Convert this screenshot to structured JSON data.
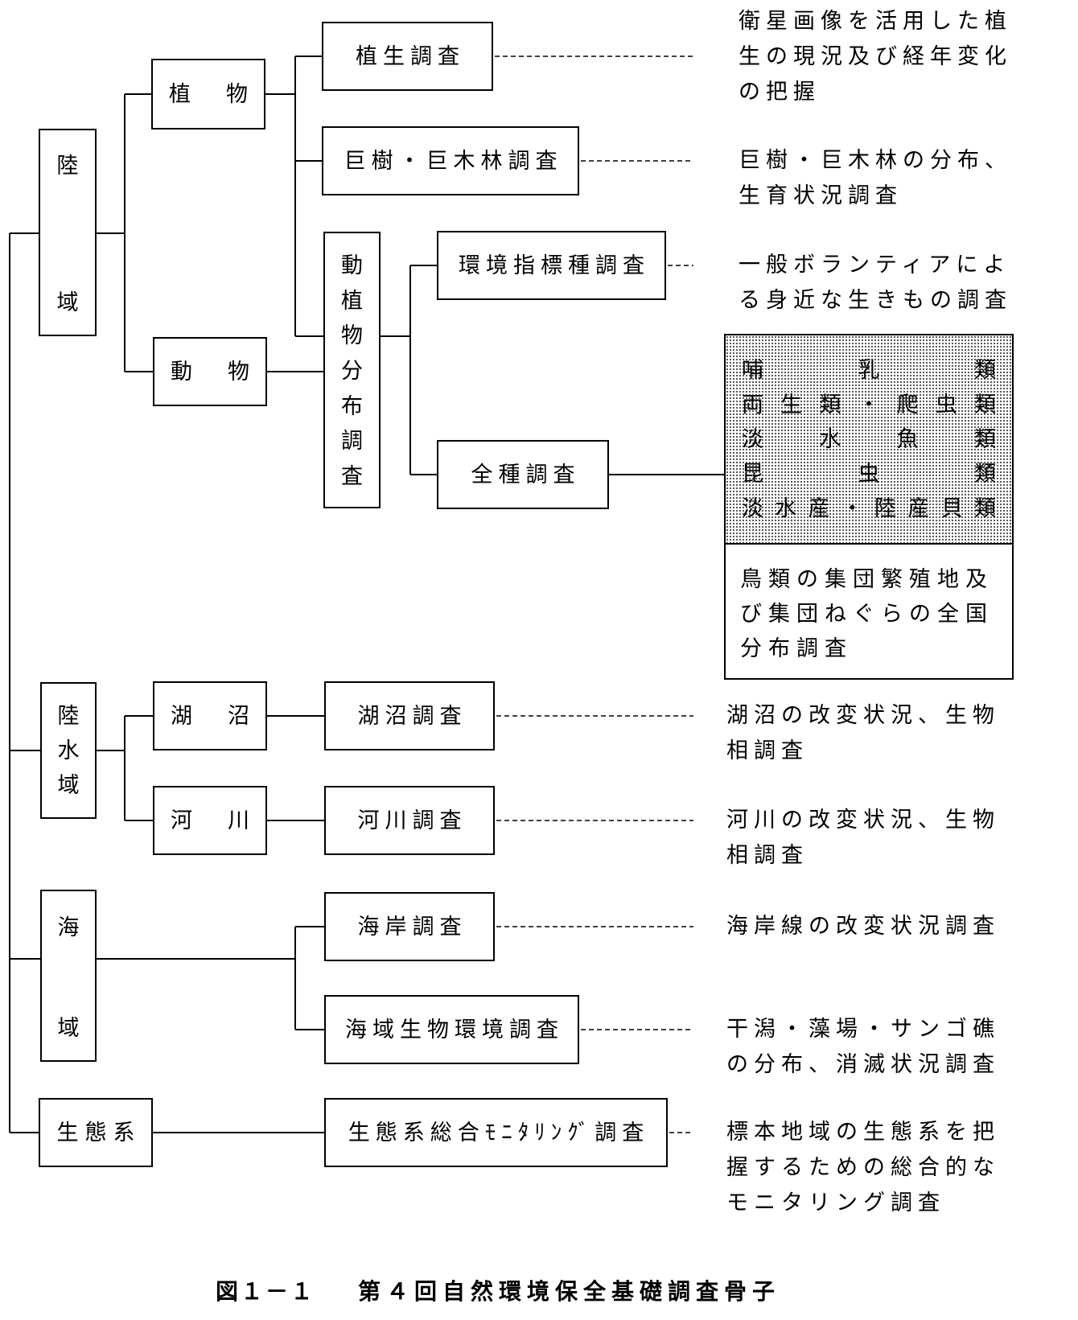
{
  "level1": {
    "land": "陸域",
    "inland_water": "陸水域",
    "sea": "海域",
    "ecosystem": "生態系"
  },
  "level2": {
    "plants": "植物",
    "animals": "動物",
    "lakes": "湖沼",
    "rivers": "河川"
  },
  "surveys": {
    "vegetation": "植生調査",
    "giant_trees": "巨樹・巨木林調査",
    "flora_fauna": "動植物分布調査",
    "indicator_species": "環境指標種調査",
    "all_species": "全種調査",
    "lake": "湖沼調査",
    "river": "河川調査",
    "coast": "海岸調査",
    "marine": "海域生物環境調査",
    "ecosystem_monitoring": "生態系総合ﾓﾆﾀﾘﾝｸﾞ調査"
  },
  "all_species_targets": [
    "哺乳類",
    "両生類・爬虫類",
    "淡水魚類",
    "昆虫類",
    "淡水産・陸産貝類"
  ],
  "bird_survey": [
    "鳥類の集団繁殖地及",
    "び集団ねぐらの全国",
    "分布調査"
  ],
  "descriptions": {
    "vegetation": [
      "衛星画像を活用した植",
      "生の現況及び経年変化",
      "の把握"
    ],
    "giant_trees": [
      "巨樹・巨木林の分布、",
      "生育状況調査"
    ],
    "indicator_species": [
      "一般ボランティアによ",
      "る身近な生きもの調査"
    ],
    "lake": [
      "湖沼の改変状況、生物",
      "相調査"
    ],
    "river": [
      "河川の改変状況、生物",
      "相調査"
    ],
    "coast": [
      "海岸線の改変状況調査"
    ],
    "marine": [
      "干潟・藻場・サンゴ礁",
      "の分布、消滅状況調査"
    ],
    "ecosystem_monitoring": [
      "標本地域の生態系を把",
      "握するための総合的な",
      "モニタリング調査"
    ]
  },
  "caption": {
    "figure_number": "図１－１",
    "title": "第４回自然環境保全基礎調査骨子"
  }
}
